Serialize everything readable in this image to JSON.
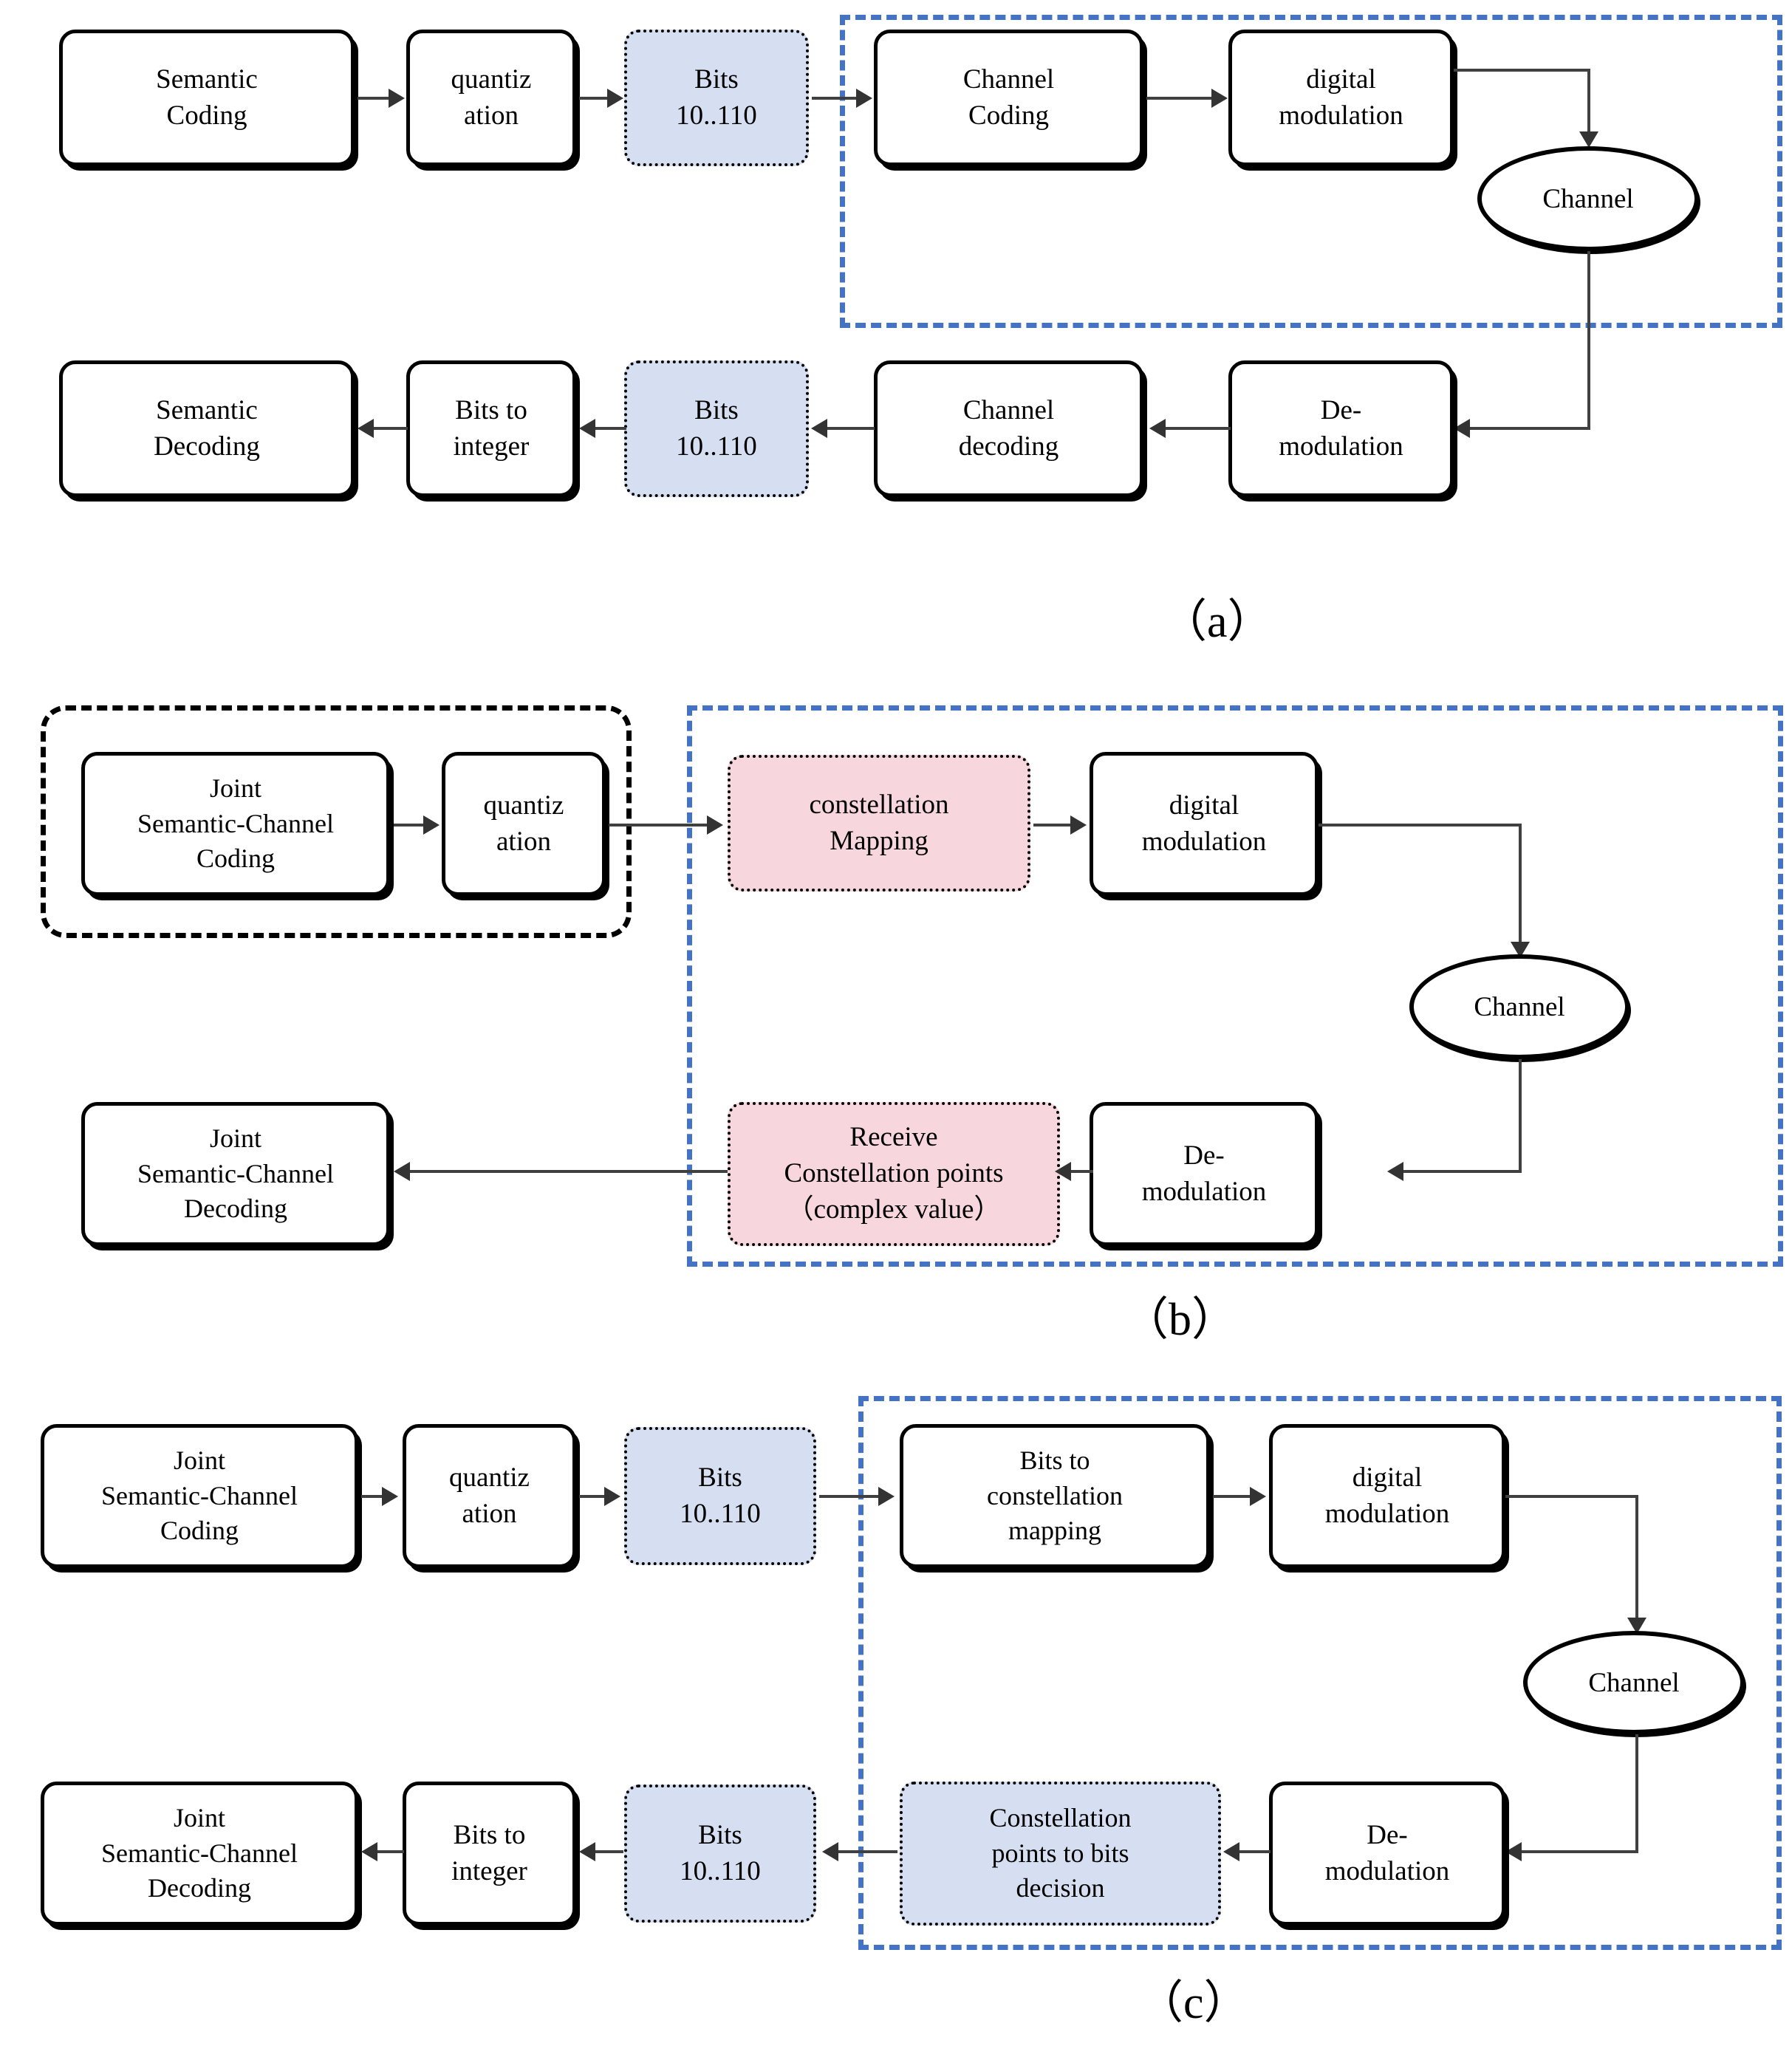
{
  "figure": {
    "type": "block-diagram",
    "description": "Three comparative communication-system block diagrams (a), (b), (c) for semantic communication with constellation mapping",
    "colors": {
      "bits_box_fill": "#d6dff2",
      "constellation_box_fill": "#f7d6dd",
      "blue_dashed_frame": "#4472c4",
      "black_dashed_frame": "#000000",
      "node_border": "#000000",
      "connector": "#404040"
    }
  },
  "panel_a": {
    "caption": "（a）",
    "transmit_chain": [
      {
        "id": "semantic-coding",
        "label": "Semantic\nCoding",
        "style": "plain"
      },
      {
        "id": "quantization",
        "label": "quantiz\nation",
        "style": "plain"
      },
      {
        "id": "bits-tx",
        "label": "Bits\n10..110",
        "style": "blue"
      },
      {
        "id": "channel-coding",
        "label": "Channel\nCoding",
        "style": "plain"
      },
      {
        "id": "digital-modulation",
        "label": "digital\nmodulation",
        "style": "plain"
      }
    ],
    "channel": {
      "id": "channel",
      "label": "Channel"
    },
    "receive_chain": [
      {
        "id": "de-modulation",
        "label": "De-\nmodulation",
        "style": "plain"
      },
      {
        "id": "channel-decoding",
        "label": "Channel\ndecoding",
        "style": "plain"
      },
      {
        "id": "bits-rx",
        "label": "Bits\n10..110",
        "style": "blue"
      },
      {
        "id": "bits-to-integer",
        "label": "Bits to\ninteger",
        "style": "plain"
      },
      {
        "id": "semantic-decoding",
        "label": "Semantic\nDecoding",
        "style": "plain"
      }
    ],
    "frames": [
      {
        "id": "physical-layer-frame",
        "style": "blue-dashed"
      }
    ]
  },
  "panel_b": {
    "caption": "（b）",
    "transmit_chain": [
      {
        "id": "joint-semantic-channel-coding",
        "label": "Joint\nSemantic-Channel\nCoding",
        "style": "plain"
      },
      {
        "id": "quantization",
        "label": "quantiz\nation",
        "style": "plain"
      },
      {
        "id": "constellation-mapping",
        "label": "constellation\nMapping",
        "style": "pink"
      },
      {
        "id": "digital-modulation",
        "label": "digital\nmodulation",
        "style": "plain"
      }
    ],
    "channel": {
      "id": "channel",
      "label": "Channel"
    },
    "receive_chain": [
      {
        "id": "de-modulation",
        "label": "De-\nmodulation",
        "style": "plain"
      },
      {
        "id": "receive-constellation-points",
        "label": "Receive\nConstellation points\n（complex value）",
        "style": "pink"
      },
      {
        "id": "joint-semantic-channel-decoding",
        "label": "Joint\nSemantic-Channel\nDecoding",
        "style": "plain"
      }
    ],
    "frames": [
      {
        "id": "semantic-layer-frame",
        "style": "black-dashed"
      },
      {
        "id": "physical-layer-frame",
        "style": "blue-dashed"
      }
    ]
  },
  "panel_c": {
    "caption": "（c）",
    "transmit_chain": [
      {
        "id": "joint-semantic-channel-coding",
        "label": "Joint\nSemantic-Channel\nCoding",
        "style": "plain"
      },
      {
        "id": "quantization",
        "label": "quantiz\nation",
        "style": "plain"
      },
      {
        "id": "bits-tx",
        "label": "Bits\n10..110",
        "style": "blue"
      },
      {
        "id": "bits-to-constellation-mapping",
        "label": "Bits to\nconstellation\nmapping",
        "style": "plain"
      },
      {
        "id": "digital-modulation",
        "label": "digital\nmodulation",
        "style": "plain"
      }
    ],
    "channel": {
      "id": "channel",
      "label": "Channel"
    },
    "receive_chain": [
      {
        "id": "de-modulation",
        "label": "De-\nmodulation",
        "style": "plain"
      },
      {
        "id": "constellation-points-to-bits",
        "label": "Constellation\npoints to bits\ndecision",
        "style": "blue"
      },
      {
        "id": "bits-rx",
        "label": "Bits\n10..110",
        "style": "blue"
      },
      {
        "id": "bits-to-integer",
        "label": "Bits to\ninteger",
        "style": "plain"
      },
      {
        "id": "joint-semantic-channel-decoding",
        "label": "Joint\nSemantic-Channel\nDecoding",
        "style": "plain"
      }
    ],
    "frames": [
      {
        "id": "physical-layer-frame",
        "style": "blue-dashed"
      }
    ]
  }
}
